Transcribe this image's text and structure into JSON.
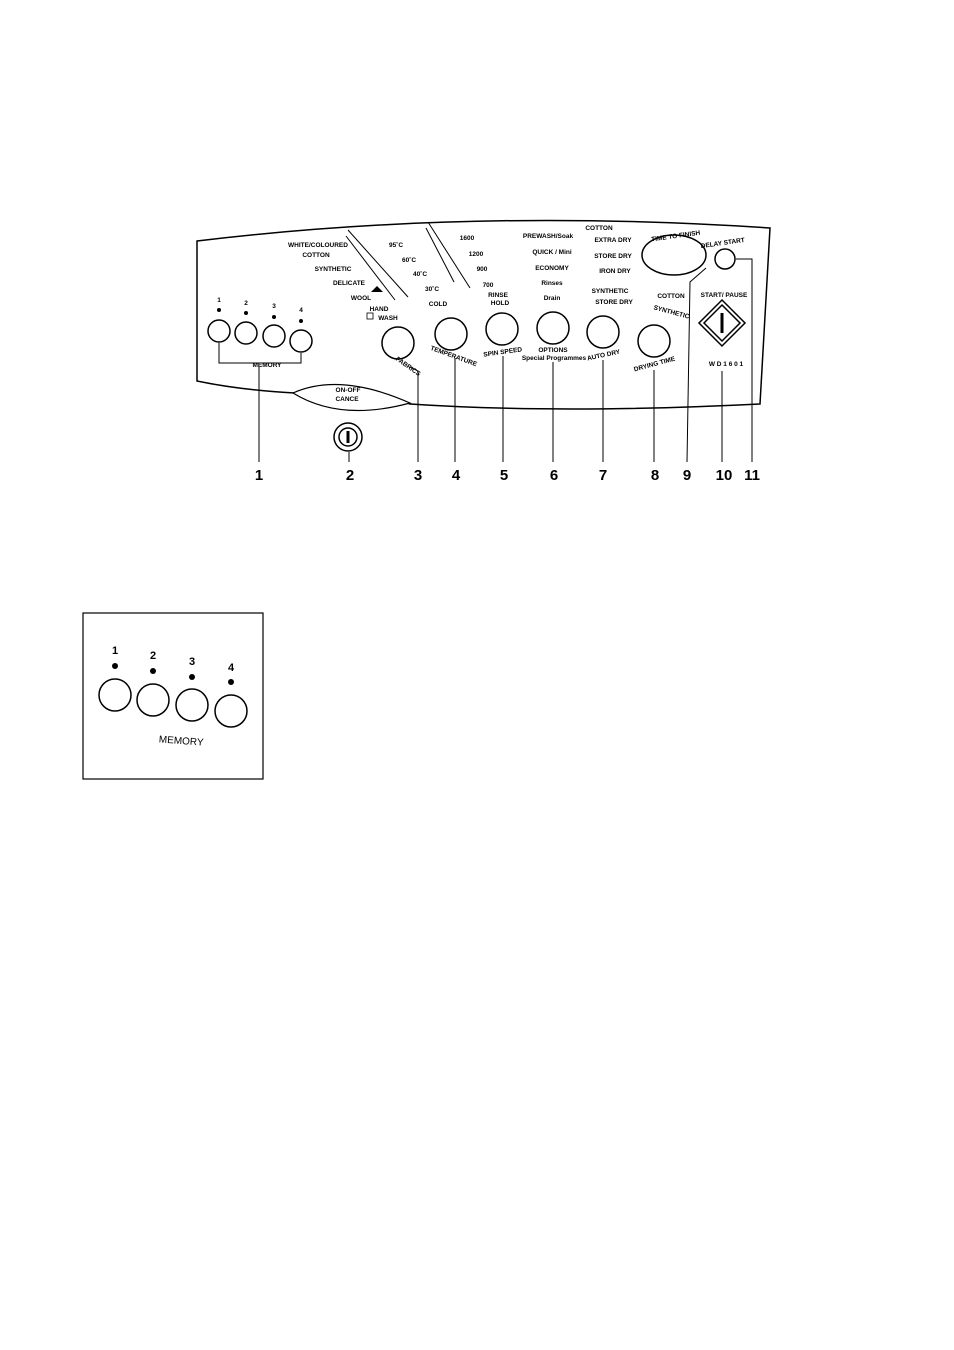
{
  "panel": {
    "fabrics": {
      "options": [
        "WHITE/COLOURED",
        "COTTON",
        "SYNTHETIC",
        "DELICATE",
        "WOOL",
        "HAND",
        "WASH"
      ],
      "knob_label": "FABRICS"
    },
    "temperature": {
      "options": [
        "95˚C",
        "60˚C",
        "40˚C",
        "30˚C",
        "COLD"
      ],
      "knob_label": "TEMPERATURE"
    },
    "spin_speed": {
      "options": [
        "1600",
        "1200",
        "900",
        "700",
        "RINSE",
        "HOLD"
      ],
      "knob_label": "SPIN SPEED"
    },
    "options": {
      "items": [
        "PREWASH/Soak",
        "QUICK / Mini",
        "ECONOMY",
        "Rinses",
        "Drain"
      ],
      "knob_label": "OPTIONS",
      "knob_sublabel": "Special Programmes"
    },
    "auto_dry": {
      "items": [
        "COTTON",
        "EXTRA DRY",
        "STORE DRY",
        "IRON DRY",
        "SYNTHETIC",
        "STORE DRY"
      ],
      "knob_label": "AUTO DRY"
    },
    "drying_time": {
      "items": [
        "COTTON",
        "SYNTHETIC"
      ],
      "knob_label": "DRYING TIME"
    },
    "time_to_finish": "TIME TO FINISH",
    "delay_start": "DELAY START",
    "start_pause": "START/ PAUSE",
    "model": "W D  1 6 0 1",
    "on_off": [
      "ON-OFF",
      "CANCE"
    ],
    "memory_label": "MEMORY",
    "memory_buttons": [
      "1",
      "2",
      "3",
      "4"
    ]
  },
  "callouts": [
    "1",
    "2",
    "3",
    "4",
    "5",
    "6",
    "7",
    "8",
    "9",
    "10",
    "11"
  ],
  "detail": {
    "buttons": [
      "1",
      "2",
      "3",
      "4"
    ],
    "label": "MEMORY"
  }
}
